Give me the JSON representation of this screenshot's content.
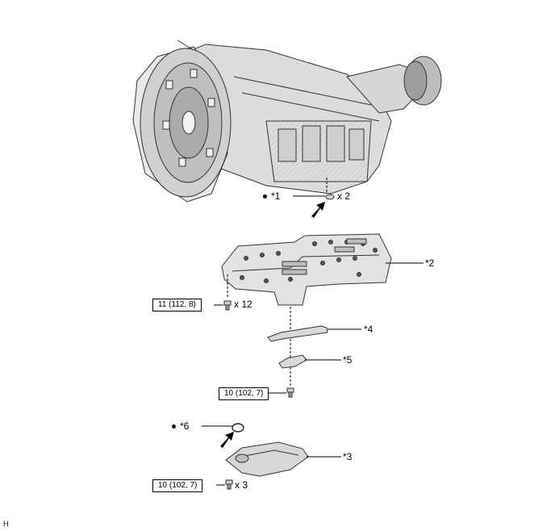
{
  "callouts": {
    "c1": "*1",
    "c2": "*2",
    "c3": "*3",
    "c4": "*4",
    "c5": "*5",
    "c6": "*6"
  },
  "quantities": {
    "gasket_qty": "x 2",
    "valve_body_bolts_qty": "x 12",
    "strainer_bolts_qty": "x 3"
  },
  "torques": {
    "valve_body_bolt": "11 (112, 8)",
    "plate_bolt": "10 (102, 7)",
    "strainer_bolt": "10 (102, 7)"
  },
  "footer": {
    "code": "H"
  },
  "icons": {
    "new_part_marker": "filled-dot-icon",
    "direction_arrow": "insertion-arrow-icon"
  }
}
